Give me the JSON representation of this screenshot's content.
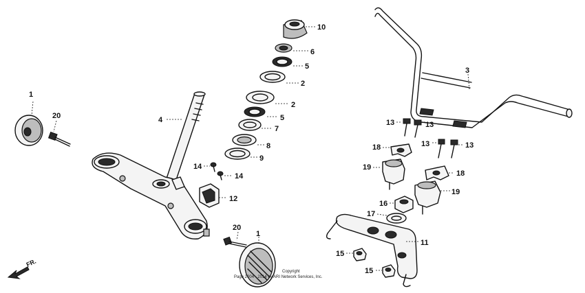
{
  "callouts": {
    "c1a": "1",
    "c20a": "20",
    "c4": "4",
    "c10": "10",
    "c6": "6",
    "c5a": "5",
    "c2a": "2",
    "c2b": "2",
    "c5b": "5",
    "c7": "7",
    "c8": "8",
    "c9": "9",
    "c14a": "14",
    "c14b": "14",
    "c12": "12",
    "c20b": "20",
    "c1b": "1",
    "c3": "3",
    "c13a": "13",
    "c13b": "13",
    "c13c": "13",
    "c13d": "13",
    "c18a": "18",
    "c18b": "18",
    "c19a": "19",
    "c19b": "19",
    "c16": "16",
    "c17": "17",
    "c11": "11",
    "c15a": "15",
    "c15b": "15"
  },
  "direction_label": "FR.",
  "copyright": {
    "line1": "Copyright",
    "line2": "Page                2004 - 2014 by ARI Network Services, Inc."
  }
}
